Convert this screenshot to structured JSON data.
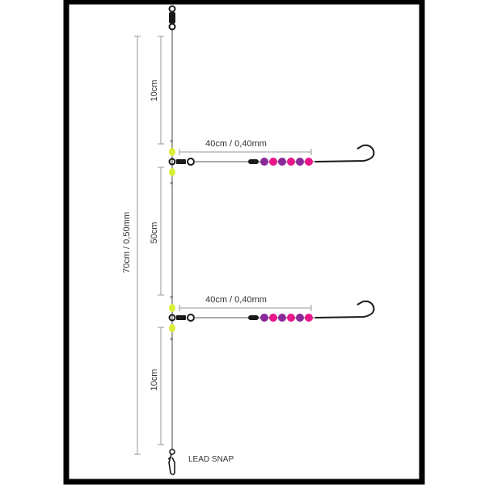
{
  "rig": {
    "total_label": "70cm / 0,50mm",
    "top_segment_label": "10cm",
    "middle_segment_label": "50cm",
    "bottom_segment_label": "10cm",
    "snood_top_label": "40cm / 0,40mm",
    "snood_bottom_label": "40cm / 0,40mm",
    "lead_snap_label": "LEAD SNAP"
  },
  "colors": {
    "frame": "#000000",
    "line": "#8a8a8a",
    "bead_yellow": "#d8ee3a",
    "bead_purple": "#8a2a9a",
    "bead_pink": "#e8168a",
    "hardware": "#1a1a1a"
  }
}
